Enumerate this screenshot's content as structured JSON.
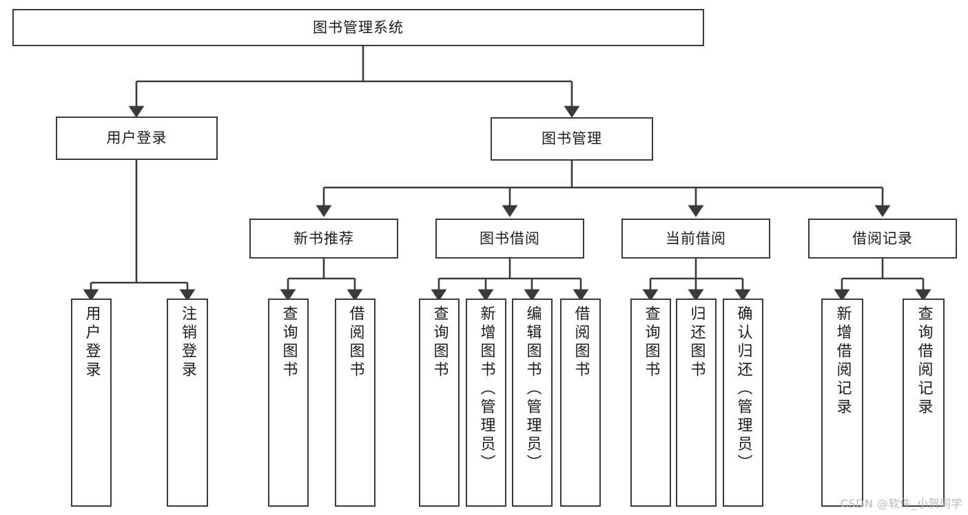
{
  "diagram": {
    "title": "图书管理系统",
    "type": "tree",
    "root": {
      "id": "root",
      "label": "图书管理系统"
    },
    "level1": [
      {
        "id": "login",
        "label": "用户登录"
      },
      {
        "id": "bookmgmt",
        "label": "图书管理"
      }
    ],
    "level2": [
      {
        "id": "newbook",
        "label": "新书推荐",
        "parent": "bookmgmt"
      },
      {
        "id": "borrow",
        "label": "图书借阅",
        "parent": "bookmgmt"
      },
      {
        "id": "current",
        "label": "当前借阅",
        "parent": "bookmgmt"
      },
      {
        "id": "record",
        "label": "借阅记录",
        "parent": "bookmgmt"
      }
    ],
    "leaves": [
      {
        "id": "leaf-user-login",
        "label": "用户登录",
        "parent": "login"
      },
      {
        "id": "leaf-logout",
        "label": "注销登录",
        "parent": "login"
      },
      {
        "id": "leaf-query-book-new",
        "label": "查询图书",
        "parent": "newbook"
      },
      {
        "id": "leaf-borrow-book-new",
        "label": "借阅图书",
        "parent": "newbook"
      },
      {
        "id": "leaf-query-book-borrow",
        "label": "查询图书",
        "parent": "borrow"
      },
      {
        "id": "leaf-add-book",
        "label": "新增图书（管理员）",
        "parent": "borrow"
      },
      {
        "id": "leaf-edit-book",
        "label": "编辑图书（管理员）",
        "parent": "borrow"
      },
      {
        "id": "leaf-borrow-book",
        "label": "借阅图书",
        "parent": "borrow"
      },
      {
        "id": "leaf-query-book-current",
        "label": "查询图书",
        "parent": "current"
      },
      {
        "id": "leaf-return-book",
        "label": "归还图书",
        "parent": "current"
      },
      {
        "id": "leaf-confirm-return",
        "label": "确认归还（管理员）",
        "parent": "current"
      },
      {
        "id": "leaf-add-record",
        "label": "新增借阅记录",
        "parent": "record"
      },
      {
        "id": "leaf-query-record",
        "label": "查询借阅记录",
        "parent": "record"
      }
    ]
  },
  "watermark": "CSDN @软件_小贺同学",
  "colors": {
    "stroke": "#3a3a3a",
    "text": "#1c1c1c",
    "background": "#ffffff",
    "watermark": "#b9b9b9"
  }
}
